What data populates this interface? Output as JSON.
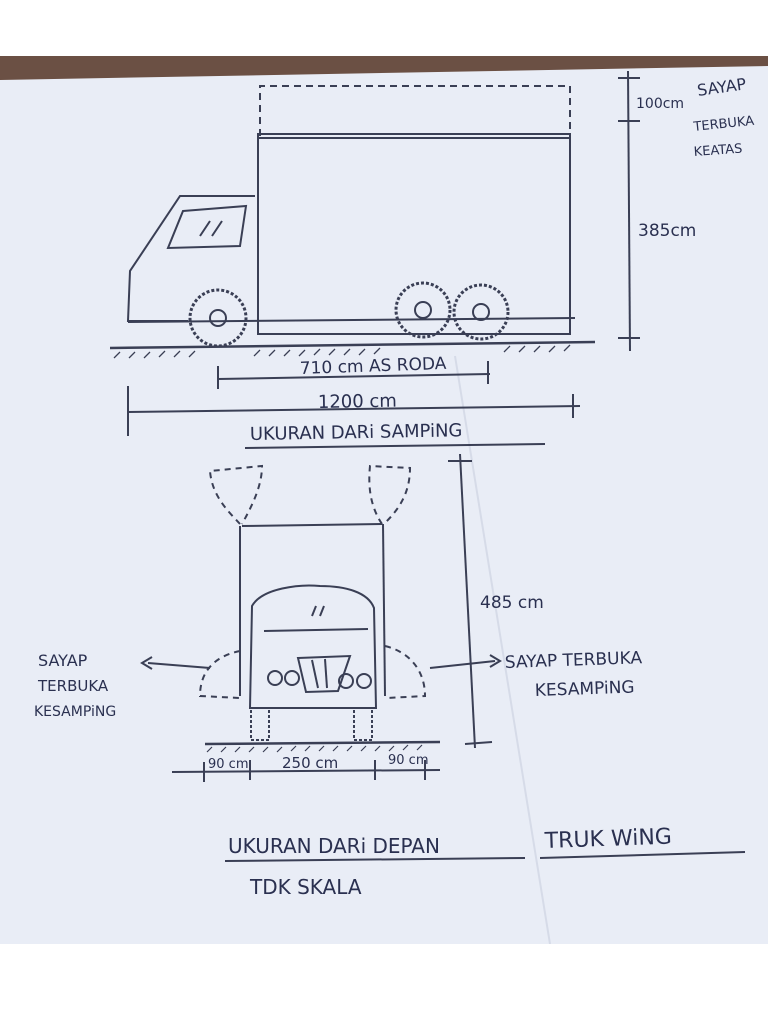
{
  "colors": {
    "paper": "#e9edf6",
    "ink": "#2a3050",
    "pencil": "#3a3f55",
    "wood": "#6b5044"
  },
  "side_view": {
    "title": "UKURAN DARi SAMPiNG",
    "wing_note": [
      "SAYAP",
      "TERBUKA",
      "KEATAS"
    ],
    "dim_wing": "100cm",
    "dim_height": "385cm",
    "dim_axle": "710 cm AS RODA",
    "dim_length": "1200 cm"
  },
  "front_view": {
    "title": "UKURAN DARi DEPAN",
    "dim_height": "485 cm",
    "left_note": [
      "SAYAP",
      "TERBUKA",
      "KESAMPiNG"
    ],
    "right_note": [
      "SAYAP TERBUKA",
      "KESAMPiNG"
    ],
    "dim_left": "90 cm",
    "dim_mid": "250 cm",
    "dim_right": "90 cm"
  },
  "truck_name": "TRUK WiNG",
  "scale_note": "TDK SKALA"
}
